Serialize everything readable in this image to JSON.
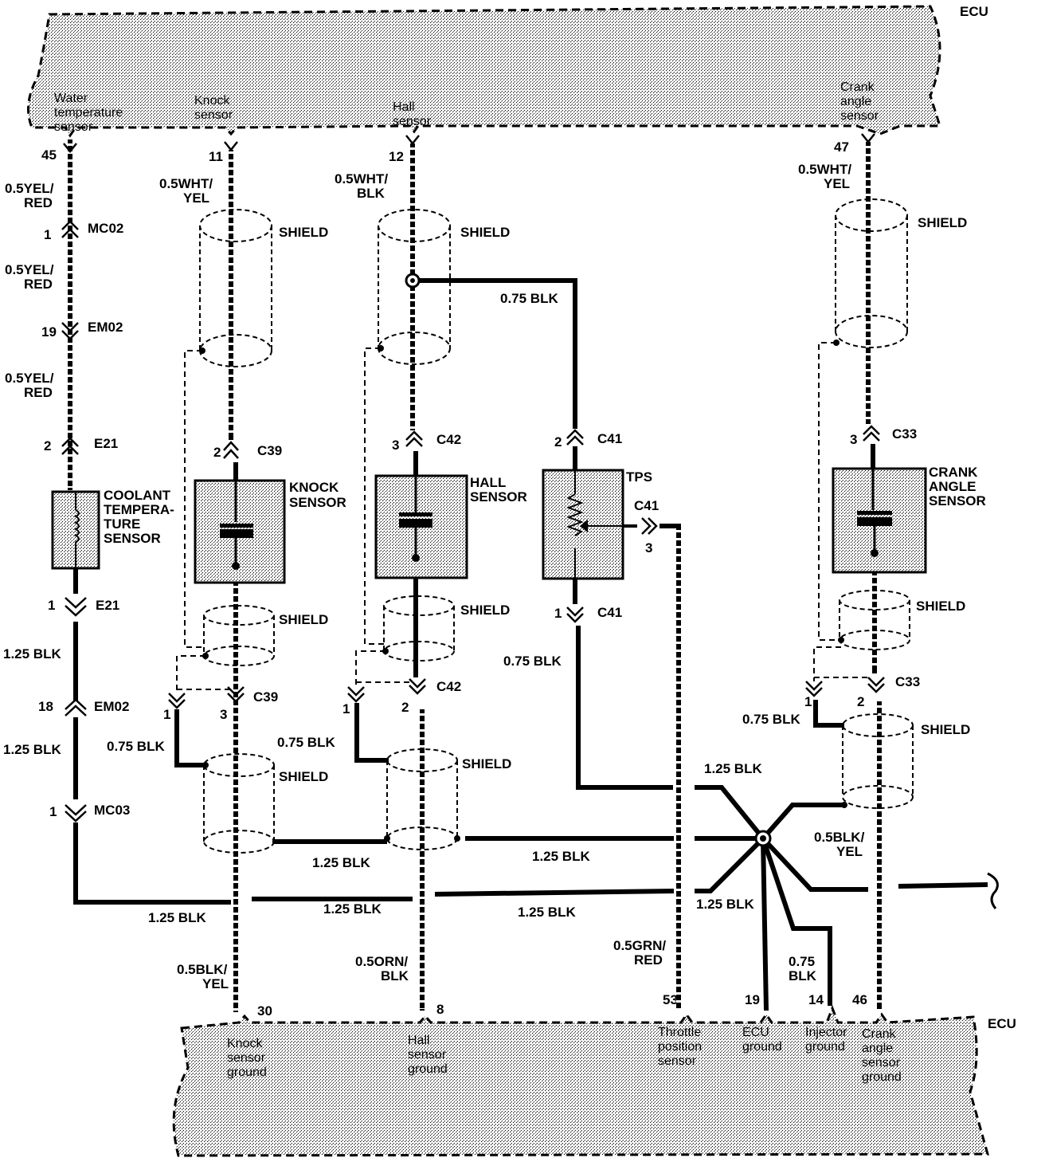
{
  "ecu_top": {
    "label": "ECU",
    "pins": [
      {
        "pin": "45",
        "signal": [
          "Water",
          "temperature",
          "sensor"
        ]
      },
      {
        "pin": "11",
        "signal": [
          "Knock",
          "sensor"
        ]
      },
      {
        "pin": "12",
        "signal": [
          "Hall",
          "sensor"
        ]
      },
      {
        "pin": "47",
        "signal": [
          "Crank",
          "angle",
          "sensor"
        ]
      }
    ]
  },
  "ecu_bottom": {
    "label": "ECU",
    "pins": [
      {
        "pin": "30",
        "signal": [
          "Knock",
          "sensor",
          "ground"
        ]
      },
      {
        "pin": "8",
        "signal": [
          "Hall",
          "sensor",
          "ground"
        ]
      },
      {
        "pin": "53",
        "signal": [
          "Throttle",
          "position",
          "sensor"
        ]
      },
      {
        "pin": "19",
        "signal": [
          "ECU",
          "ground"
        ]
      },
      {
        "pin": "14",
        "signal": [
          "Injector",
          "ground"
        ]
      },
      {
        "pin": "46",
        "signal": [
          "Crank",
          "angle",
          "sensor",
          "ground"
        ]
      }
    ]
  },
  "components": {
    "coolant": [
      "COOLANT",
      "TEMPERA-",
      "TURE",
      "SENSOR"
    ],
    "knock": [
      "KNOCK",
      "SENSOR"
    ],
    "hall": [
      "HALL",
      "SENSOR"
    ],
    "tps": "TPS",
    "crank": [
      "CRANK",
      "ANGLE",
      "SENSOR"
    ]
  },
  "shield_label": "SHIELD",
  "connectors": {
    "mc02": {
      "name": "MC02",
      "pin": "1"
    },
    "em02_a": {
      "name": "EM02",
      "pin": "19"
    },
    "e21_a": {
      "name": "E21",
      "pin": "2"
    },
    "e21_b": {
      "name": "E21",
      "pin": "1"
    },
    "em02_b": {
      "name": "EM02",
      "pin": "18"
    },
    "mc03": {
      "name": "MC03",
      "pin": "1"
    },
    "c39_a": {
      "name": "C39",
      "pin": "2"
    },
    "c39_b": {
      "name": "C39",
      "pin_a": "1",
      "pin_b": "3"
    },
    "c42_a": {
      "name": "C42",
      "pin": "3"
    },
    "c42_b": {
      "name": "C42",
      "pin_a": "1",
      "pin_b": "2"
    },
    "c41_a": {
      "name": "C41",
      "pin": "2"
    },
    "c41_b": {
      "name": "C41",
      "pin": "3"
    },
    "c41_c": {
      "name": "C41",
      "pin": "1"
    },
    "c33_a": {
      "name": "C33",
      "pin": "3"
    },
    "c33_b": {
      "name": "C33",
      "pin_a": "1",
      "pin_b": "2"
    }
  },
  "wires": {
    "yelred": [
      "0.5YEL/",
      "RED"
    ],
    "whtyel": [
      "0.5WHT/",
      "YEL"
    ],
    "whtblk": [
      "0.5WHT/",
      "BLK"
    ],
    "blk075": "0.75 BLK",
    "blk125": "1.25 BLK",
    "blkyel": [
      "0.5BLK/",
      "YEL"
    ],
    "orgblk": [
      "0.5ORN/",
      "BLK"
    ],
    "grnred": [
      "0.5GRN/",
      "RED"
    ],
    "blk075_stack": [
      "0.75",
      "BLK"
    ]
  }
}
